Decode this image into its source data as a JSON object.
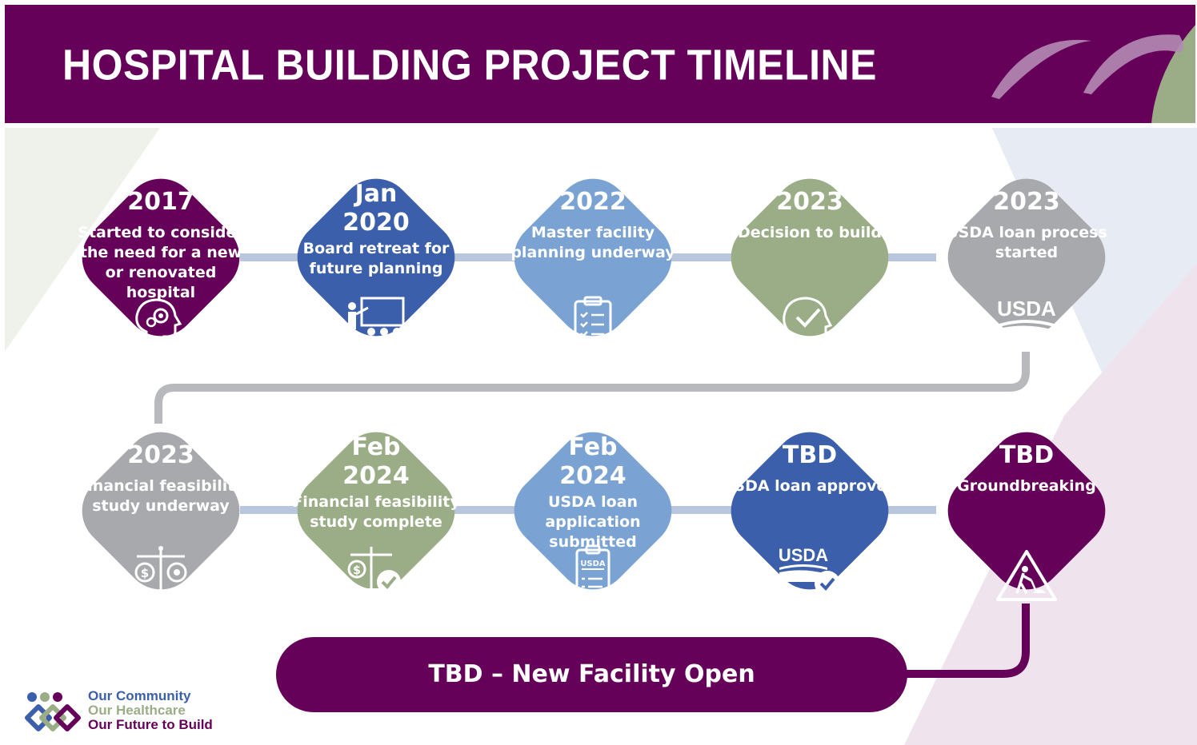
{
  "header": {
    "title": "HOSPITAL BUILDING PROJECT TIMELINE"
  },
  "colors": {
    "purple": "#650158",
    "dark_blue": "#3b5fab",
    "light_blue": "#7aa3d4",
    "green": "#9bad86",
    "gray": "#a7a9ac"
  },
  "milestones": [
    {
      "year": "2017",
      "desc": "Started to consider the need for a new or renovated hospital",
      "icon": "head-gears-icon",
      "color": "#650158"
    },
    {
      "year": "Jan 2020",
      "desc": "Board retreat for future planning",
      "icon": "presentation-icon",
      "color": "#3b5fab"
    },
    {
      "year": "2022",
      "desc": "Master facility planning underway",
      "icon": "clipboard-checklist-icon",
      "color": "#7aa3d4"
    },
    {
      "year": "2023",
      "desc": "Decision to build",
      "icon": "head-check-icon",
      "color": "#9bad86"
    },
    {
      "year": "2023",
      "desc": "USDA loan process started",
      "icon": "usda-logo-icon",
      "color": "#a7a9ac"
    },
    {
      "year": "2023",
      "desc": "Financial feasibility study underway",
      "icon": "balance-scale-icon",
      "color": "#a7a9ac"
    },
    {
      "year": "Feb 2024",
      "desc": "Financial feasibility study complete",
      "icon": "scale-check-icon",
      "color": "#9bad86"
    },
    {
      "year": "Feb 2024",
      "desc": "USDA loan application submitted",
      "icon": "usda-clipboard-icon",
      "color": "#7aa3d4"
    },
    {
      "year": "TBD",
      "desc": "USDA loan approved",
      "icon": "usda-check-icon",
      "color": "#3b5fab"
    },
    {
      "year": "TBD",
      "desc": "Groundbreaking",
      "icon": "construction-sign-icon",
      "color": "#650158"
    }
  ],
  "final": {
    "label": "TBD – New Facility Open"
  },
  "logo": {
    "line1": "Our Community",
    "line2": "Our Healthcare",
    "line3": "Our Future to Build"
  }
}
